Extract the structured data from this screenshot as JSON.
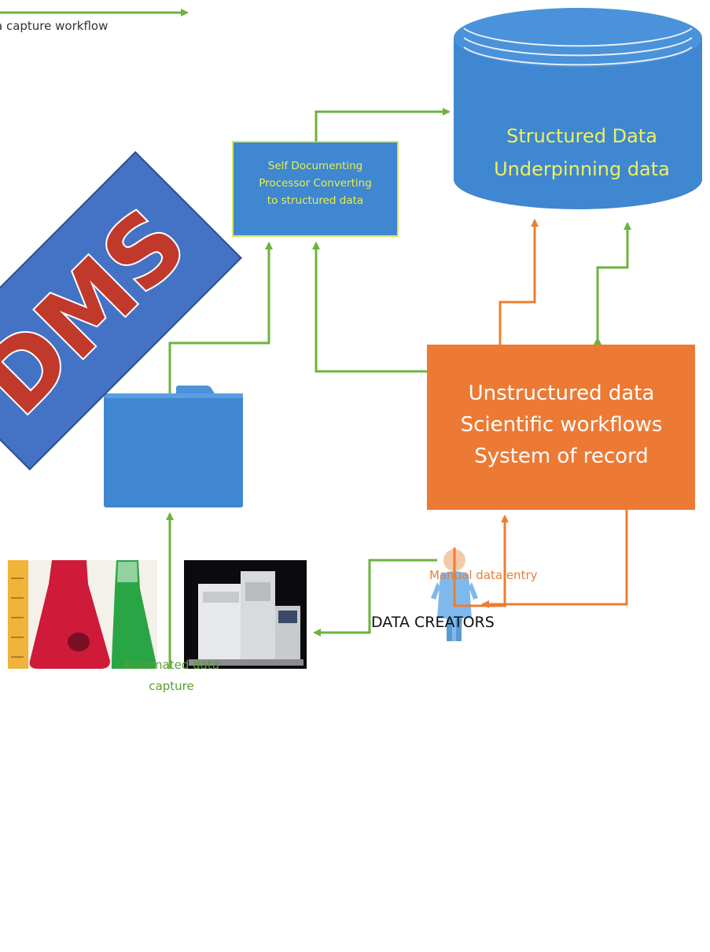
{
  "legend": {
    "label": "a capture workflow"
  },
  "nodes": {
    "structured": {
      "lines": [
        "Structured Data",
        "Underpinning data"
      ]
    },
    "processor": {
      "lines": [
        "Self Documenting",
        "Processor Converting",
        "to structured data"
      ]
    },
    "unstructured": {
      "lines": [
        "Unstructured data",
        "Scientific workflows",
        "System of record"
      ]
    },
    "banner": {
      "text": "DMS"
    }
  },
  "edges": {
    "manual": {
      "label": "Manual data entry"
    },
    "automated": {
      "lines": [
        "Automated data",
        "capture"
      ]
    }
  },
  "actors": {
    "creators": {
      "label": "DATA CREATORS"
    }
  },
  "colors": {
    "green_flow": "#6cb33f",
    "orange_flow": "#ed7d31",
    "structured_fill": "#3f87d0",
    "processor_fill": "#3f87d0",
    "processor_border": "#d9e85a",
    "unstructured_fill": "#ec7a35",
    "banner_fill": "#4472c4",
    "banner_text": "#c0392b",
    "folder_fill": "#3f87d0"
  }
}
